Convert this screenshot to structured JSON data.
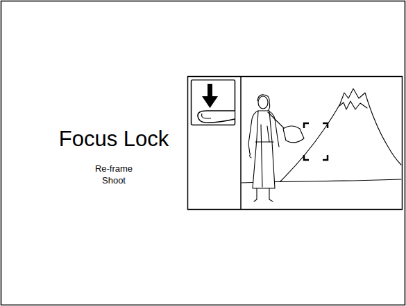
{
  "diagram": {
    "title": "Focus Lock",
    "labels": [
      "Re-frame",
      "Shoot"
    ]
  }
}
